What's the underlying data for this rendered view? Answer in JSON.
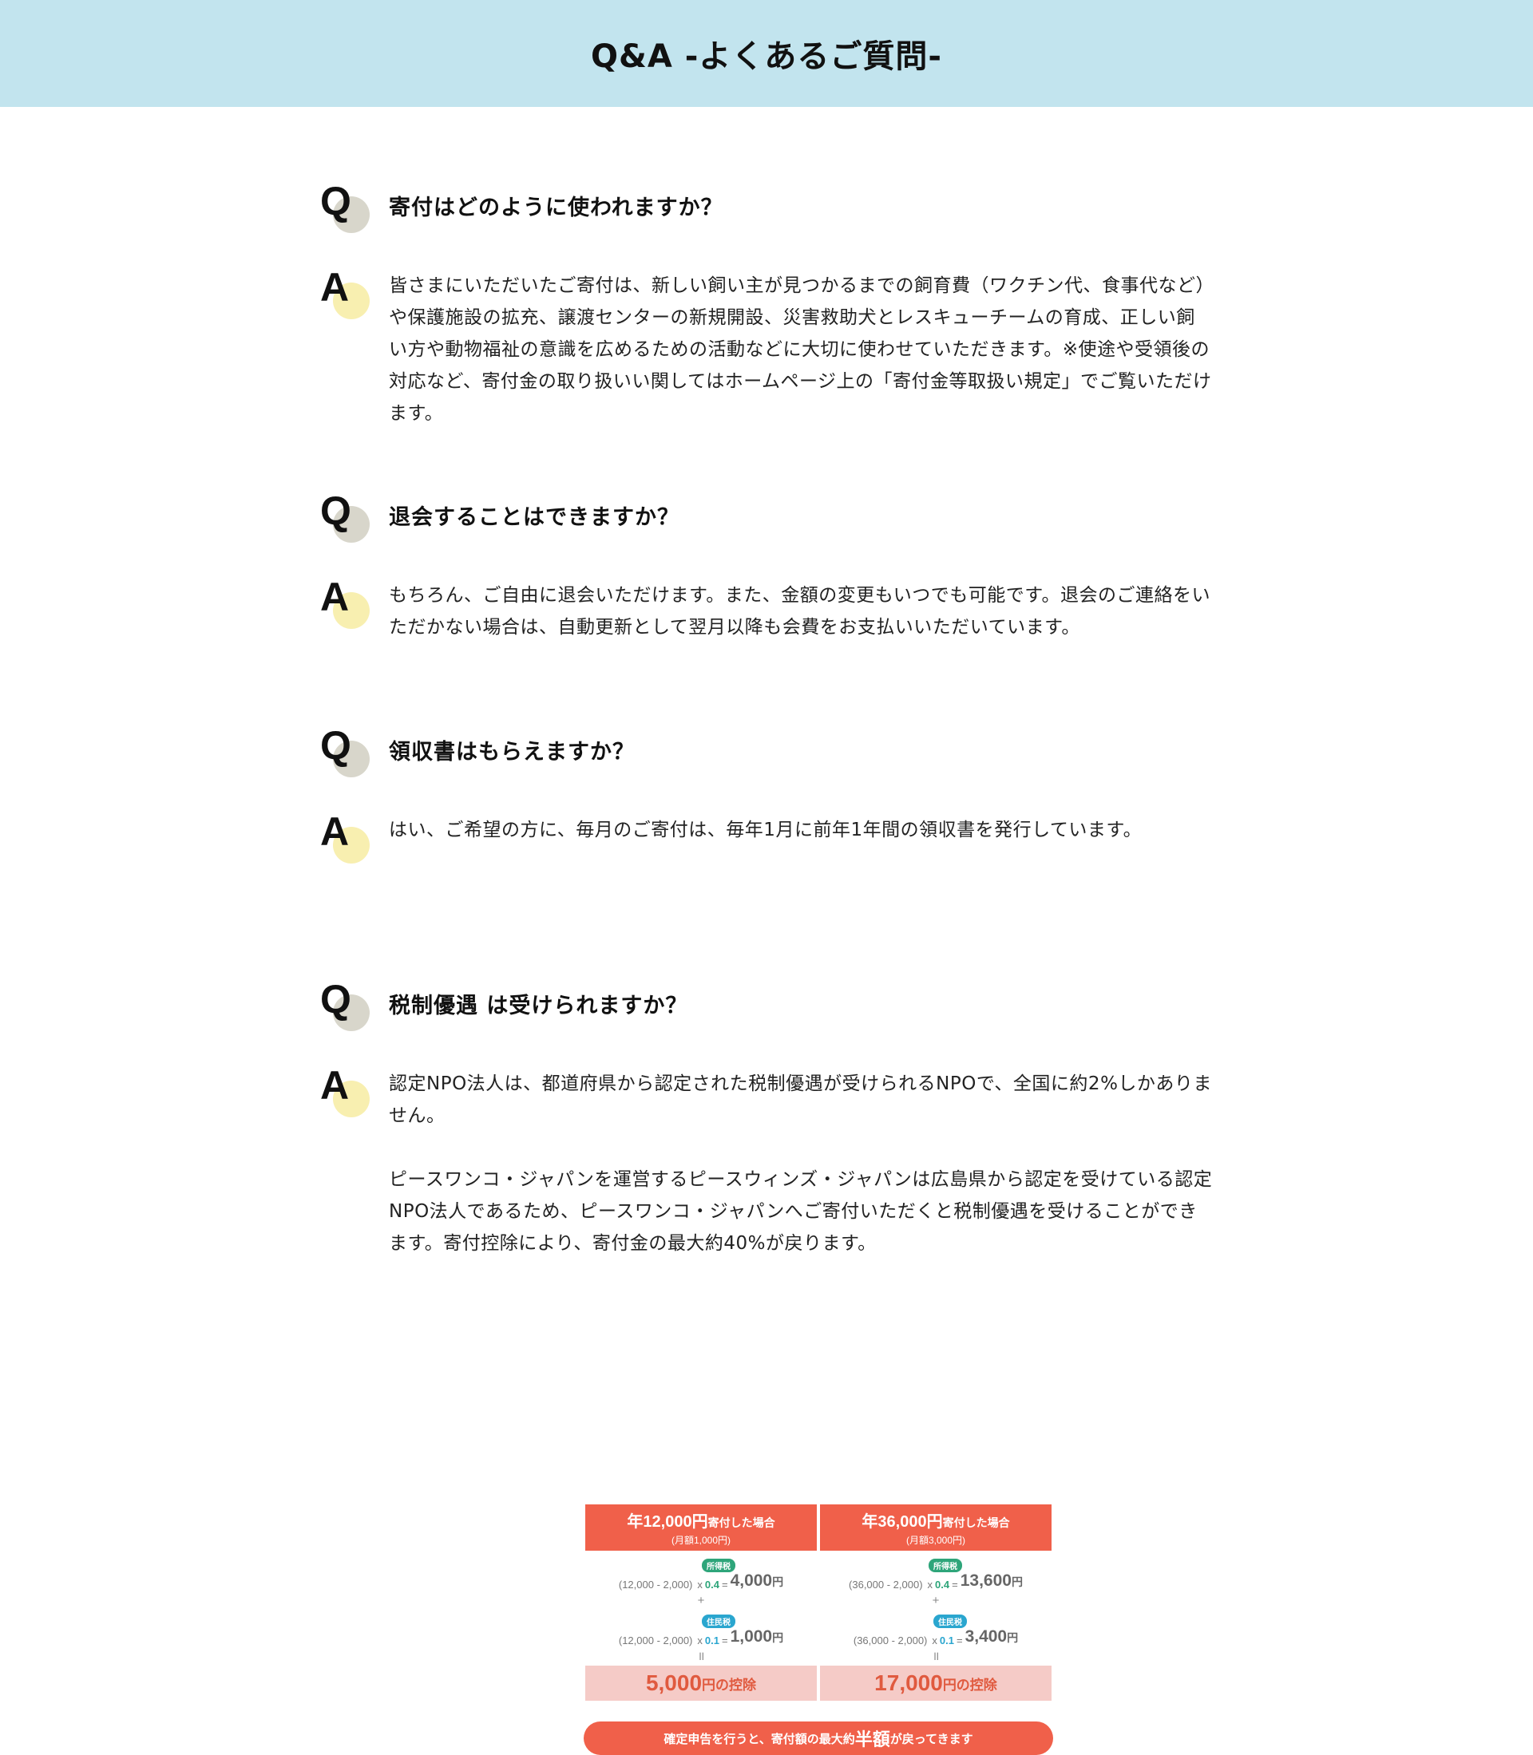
{
  "page": {
    "title": "Q&A -よくあるご質問-"
  },
  "badges": {
    "q": "Q",
    "a": "A"
  },
  "qa": [
    {
      "question": "寄付はどのように使われますか？",
      "answer": [
        "皆さまにいただいたご寄付は、新しい飼い主が見つかるまでの飼育費（ワクチン代、食事代など）や保護施設の拡充、譲渡センターの新規開設、災害救助犬とレスキューチームの育成、正しい飼い方や動物福祉の意識を広めるための活動などに大切に使わせていただきます。※使途や受領後の対応など、寄付金の取り扱いい関してはホームページ上の「寄付金等取扱い規定」でご覧いただけます。"
      ]
    },
    {
      "question": "退会することはできますか？",
      "answer": [
        "もちろん、ご自由に退会いただけます。また、金額の変更もいつでも可能です。退会のご連絡をいただかない場合は、自動更新として翌月以降も会費をお支払いいただいています。"
      ]
    },
    {
      "question": "領収書はもらえますか？",
      "answer": [
        "はい、ご希望の方に、毎月のご寄付は、毎年1月に前年1年間の領収書を発行しています。"
      ]
    },
    {
      "question": "税制優遇 は受けられますか？",
      "answer": [
        "認定NPO法人は、都道府県から認定された税制優遇が受けられるNPOで、全国に約2%しかありません。",
        "ピースワンコ・ジャパンを運営するピースウィンズ・ジャパンは広島県から認定を受けている認定NPO法人であるため、ピースワンコ・ジャパンへご寄付いただくと税制優遇を受けることができます。寄付控除により、寄付金の最大約40%が戻ります。"
      ]
    }
  ],
  "tax_table": {
    "labels": {
      "income_tax": "所得税",
      "resident_tax": "住民税",
      "times": "x",
      "equals": "=",
      "plus": "+",
      "sum": "॥",
      "deduction_suffix": "円の控除",
      "yen": "円"
    },
    "columns": [
      {
        "head_amount": "年12,000円",
        "head_suffix": "寄付した場合",
        "head_sub": "(月額1,000円)",
        "formula": "(12,000 - 2,000)",
        "income_factor": "0.4",
        "income_result": "4,000",
        "resident_factor": "0.1",
        "resident_result": "1,000",
        "total": "5,000"
      },
      {
        "head_amount": "年36,000円",
        "head_suffix": "寄付した場合",
        "head_sub": "(月額3,000円)",
        "formula": "(36,000 - 2,000)",
        "income_factor": "0.4",
        "income_result": "13,600",
        "resident_factor": "0.1",
        "resident_result": "3,400",
        "total": "17,000"
      }
    ],
    "banner": {
      "before": "確定申告を行うと、寄付額の最大約",
      "highlight": "半額",
      "after": "が戻ってきます"
    }
  },
  "colors": {
    "header_bg": "#c2e4ee",
    "q_circle": "#d8d6cb",
    "a_circle": "#f8efb0",
    "accent": "#f0604a",
    "total_bg": "#f5cbc7",
    "green": "#2ea57a",
    "blue": "#2aa6cf"
  }
}
